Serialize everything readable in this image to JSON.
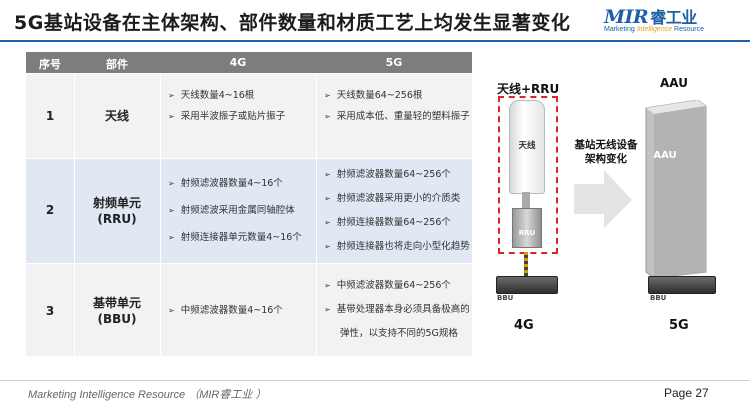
{
  "title": "5G基站设备在主体架构、部件数量和材质工艺上均发生显著变化",
  "logo": {
    "mark": "MIR",
    "mark_cn": "睿工业",
    "sub_left": "Marketing ",
    "sub_mid": "Intelligence",
    "sub_right": " Resource"
  },
  "table": {
    "headers": [
      "序号",
      "部件",
      "4G",
      "5G"
    ],
    "rows": [
      {
        "num": "1",
        "part": [
          "天线"
        ],
        "g4": [
          "天线数量4~16根",
          "采用半波振子或贴片振子"
        ],
        "g5": [
          "天线数量64~256根",
          "采用成本低、重量轻的塑料振子"
        ]
      },
      {
        "num": "2",
        "part": [
          "射频单元",
          "(RRU)"
        ],
        "g4": [
          "射频滤波器数量4~16个",
          "射频滤波采用金属同轴腔体",
          "射频连接器单元数量4~16个"
        ],
        "g5": [
          "射频滤波器数量64~256个",
          "射频滤波器采用更小的介质类",
          "射频连接器数量64~256个",
          "射频连接器也将走向小型化趋势"
        ]
      },
      {
        "num": "3",
        "part": [
          "基带单元",
          "(BBU)"
        ],
        "g4": [
          "中频滤波器数量4~16个"
        ],
        "g5": [
          "中频滤波器数量64~256个",
          "基带处理器本身必须具备极高的",
          "弹性，以支持不同的5G规格"
        ]
      }
    ]
  },
  "diagram": {
    "label_antenna_rru": "天线+RRU",
    "label_aau_top": "AAU",
    "arrow_caption": [
      "基站无线设备",
      "架构变化"
    ],
    "antenna_text": "天线",
    "rru_text": "RRU",
    "aau_text": "AAU",
    "bbu_text": "BBU",
    "label_4g": "4G",
    "label_5g": "5G"
  },
  "footer": {
    "left": "Marketing Intelligence Resource （MIR睿工业 ）",
    "right": "Page 27"
  }
}
